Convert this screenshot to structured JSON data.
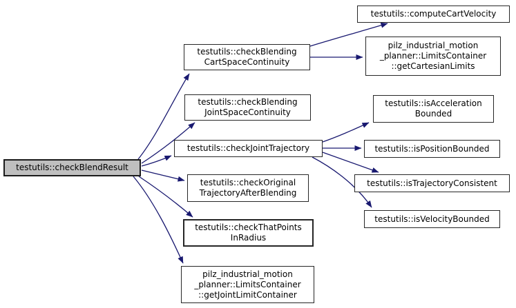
{
  "diagram": {
    "type": "call-graph",
    "colors": {
      "background": "#ffffff",
      "edge": "#191970",
      "node_fill": "#ffffff",
      "selected_node_fill": "#bfbfbf",
      "node_border": "#252525",
      "text": "#000000"
    },
    "nodes": [
      {
        "id": "checkBlendResult",
        "label": "testutils::checkBlendResult",
        "selected": true
      },
      {
        "id": "checkBlendingCartSpaceContinuity",
        "label": "testutils::checkBlending\nCartSpaceContinuity",
        "selected": false
      },
      {
        "id": "checkBlendingJointSpaceContinuity",
        "label": "testutils::checkBlending\nJointSpaceContinuity",
        "selected": false
      },
      {
        "id": "checkJointTrajectory",
        "label": "testutils::checkJointTrajectory",
        "selected": false
      },
      {
        "id": "checkOriginalTrajectoryAfterBlending",
        "label": "testutils::checkOriginal\nTrajectoryAfterBlending",
        "selected": false
      },
      {
        "id": "checkThatPointsInRadius",
        "label": "testutils::checkThatPoints\nInRadius",
        "selected": false
      },
      {
        "id": "getJointLimitContainer",
        "label": "pilz_industrial_motion\n_planner::LimitsContainer\n::getJointLimitContainer",
        "selected": false
      },
      {
        "id": "computeCartVelocity",
        "label": "testutils::computeCartVelocity",
        "selected": false
      },
      {
        "id": "getCartesianLimits",
        "label": "pilz_industrial_motion\n_planner::LimitsContainer\n::getCartesianLimits",
        "selected": false
      },
      {
        "id": "isAccelerationBounded",
        "label": "testutils::isAcceleration\nBounded",
        "selected": false
      },
      {
        "id": "isPositionBounded",
        "label": "testutils::isPositionBounded",
        "selected": false
      },
      {
        "id": "isTrajectoryConsistent",
        "label": "testutils::isTrajectoryConsistent",
        "selected": false
      },
      {
        "id": "isVelocityBounded",
        "label": "testutils::isVelocityBounded",
        "selected": false
      }
    ],
    "edges": [
      {
        "from": "checkBlendResult",
        "to": "checkBlendingCartSpaceContinuity"
      },
      {
        "from": "checkBlendResult",
        "to": "checkBlendingJointSpaceContinuity"
      },
      {
        "from": "checkBlendResult",
        "to": "checkJointTrajectory"
      },
      {
        "from": "checkBlendResult",
        "to": "checkOriginalTrajectoryAfterBlending"
      },
      {
        "from": "checkBlendResult",
        "to": "checkThatPointsInRadius"
      },
      {
        "from": "checkBlendResult",
        "to": "getJointLimitContainer"
      },
      {
        "from": "checkBlendingCartSpaceContinuity",
        "to": "computeCartVelocity"
      },
      {
        "from": "checkBlendingCartSpaceContinuity",
        "to": "getCartesianLimits"
      },
      {
        "from": "checkJointTrajectory",
        "to": "isAccelerationBounded"
      },
      {
        "from": "checkJointTrajectory",
        "to": "isPositionBounded"
      },
      {
        "from": "checkJointTrajectory",
        "to": "isTrajectoryConsistent"
      },
      {
        "from": "checkJointTrajectory",
        "to": "isVelocityBounded"
      }
    ]
  }
}
